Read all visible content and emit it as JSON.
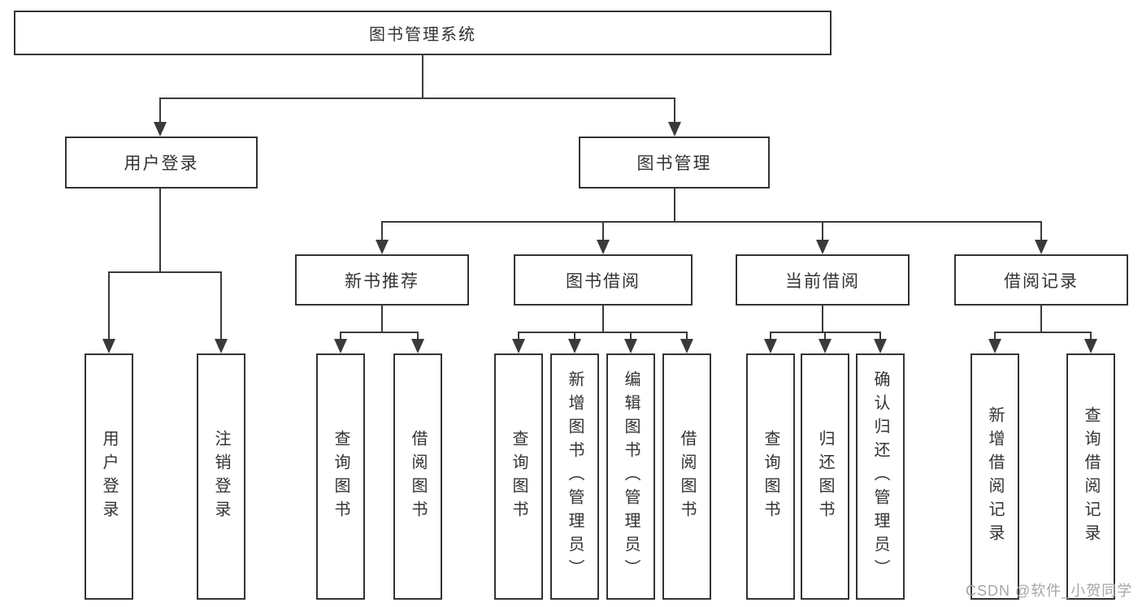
{
  "tree": {
    "label": "图书管理系统",
    "children": [
      {
        "label": "用户登录",
        "children": [
          {
            "label": "用户登录"
          },
          {
            "label": "注销登录"
          }
        ]
      },
      {
        "label": "图书管理",
        "children": [
          {
            "label": "新书推荐",
            "children": [
              {
                "label": "查询图书"
              },
              {
                "label": "借阅图书"
              }
            ]
          },
          {
            "label": "图书借阅",
            "children": [
              {
                "label": "查询图书"
              },
              {
                "label": "新增图书（管理员）"
              },
              {
                "label": "编辑图书（管理员）"
              },
              {
                "label": "借阅图书"
              }
            ]
          },
          {
            "label": "当前借阅",
            "children": [
              {
                "label": "查询图书"
              },
              {
                "label": "归还图书"
              },
              {
                "label": "确认归还（管理员）"
              }
            ]
          },
          {
            "label": "借阅记录",
            "children": [
              {
                "label": "新增借阅记录"
              },
              {
                "label": "查询借阅记录"
              }
            ]
          }
        ]
      }
    ]
  },
  "watermark": {
    "text": "CSDN @软件_小贺同学",
    "color": "#a6a6a6"
  },
  "colors": {
    "line": "#3a3a3a",
    "box_border": "#333333",
    "text": "#333333",
    "background": "#ffffff"
  }
}
